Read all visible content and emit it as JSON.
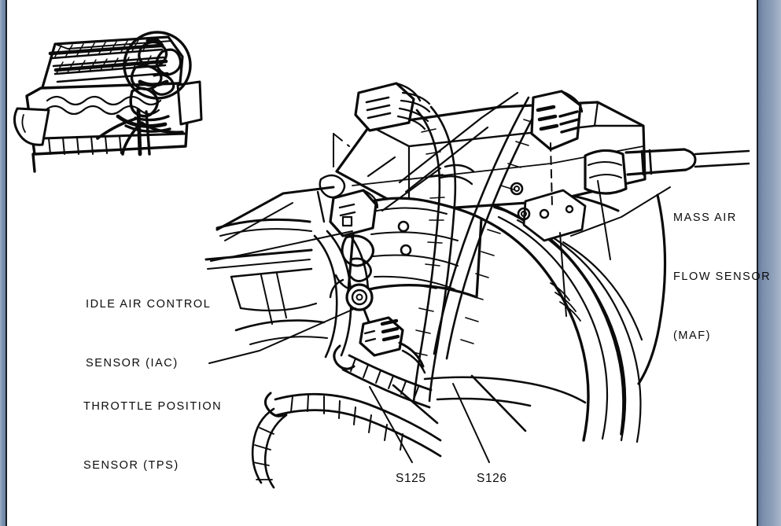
{
  "figure": {
    "kind": "automotive-service-line-drawing",
    "subject": "Engine intake / throttle body sensor locations",
    "ink_color": "#0b0b0b",
    "background_color": "#ffffff",
    "edge_bar_color": "#6d85a6"
  },
  "inset": {
    "name": "engine-overview-inset",
    "description": "Small line-art of a complete inline engine with a circular magnifier ring over the throttle body area",
    "magnifier": "circle-callout"
  },
  "callouts": [
    {
      "id": "maf",
      "lines": [
        "MASS AIR",
        "FLOW SENSOR",
        "(MAF)"
      ],
      "leader": "line-to-sensor-body"
    },
    {
      "id": "iac",
      "lines": [
        "IDLE AIR CONTROL",
        "SENSOR (IAC)"
      ],
      "leader": "line-to-sensor-body"
    },
    {
      "id": "tps",
      "lines": [
        "THROTTLE POSITION",
        "SENSOR (TPS)"
      ],
      "leader": "line-to-sensor-body"
    }
  ],
  "splices": [
    {
      "id": "s125",
      "label": "S125",
      "leader": "line-up-right"
    },
    {
      "id": "s126",
      "label": "S126",
      "leader": "line-up-right"
    }
  ],
  "components": {
    "air_intake_duct": "large-curved-corrugated-duct",
    "throttle_body": "throttle-body-housing",
    "harness": "braided-wiring-harness",
    "connectors": [
      "top-plenum-connector",
      "maf-connector",
      "iac-connector",
      "tps-connector"
    ]
  }
}
